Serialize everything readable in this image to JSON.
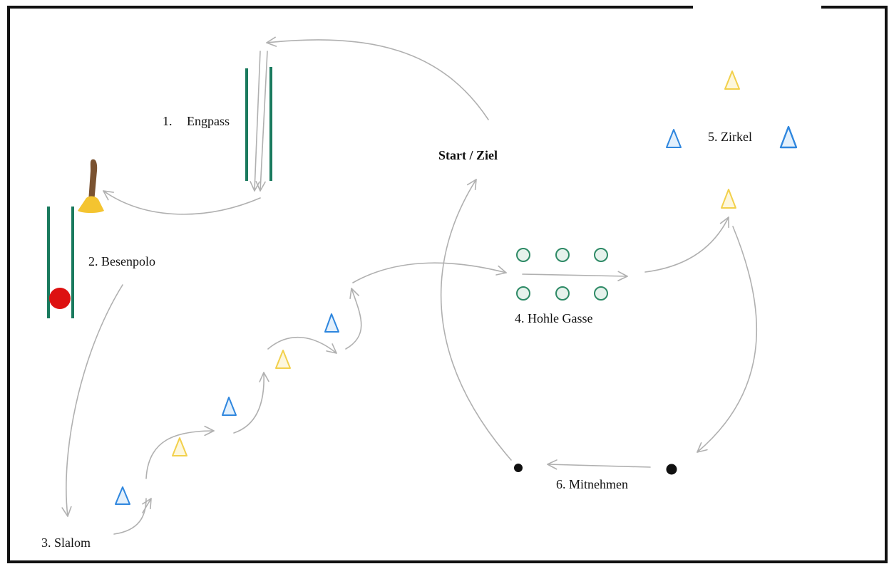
{
  "colors": {
    "frame": "#111111",
    "arrow": "#b0b0b0",
    "green_pole": "#1a7a5e",
    "circle_green": "#2e8a66",
    "circle_fill": "#e6f2ec",
    "cone_blue": "#2e86de",
    "cone_blue_fill": "#e3f0fc",
    "cone_yellow": "#f2d04b",
    "cone_yellow_fill": "#fdf7dd",
    "ball_red": "#dd1111",
    "broom_handle": "#7a5230",
    "broom_bristles": "#f4c430",
    "dot_black": "#111111"
  },
  "stations": {
    "start": "Start / Ziel",
    "s1_num": "1.",
    "s1_name": "Engpass",
    "s2": "2. Besenpolo",
    "s3": "3. Slalom",
    "s4": "4. Hohle Gasse",
    "s5": "5. Zirkel",
    "s6": "6. Mitnehmen"
  },
  "icons": {
    "poles": "pole-icon",
    "cones": "cone-icon",
    "markers": "circle-marker-icon",
    "broom": "broom-icon",
    "ball": "ball-icon",
    "dot": "dot-icon"
  }
}
